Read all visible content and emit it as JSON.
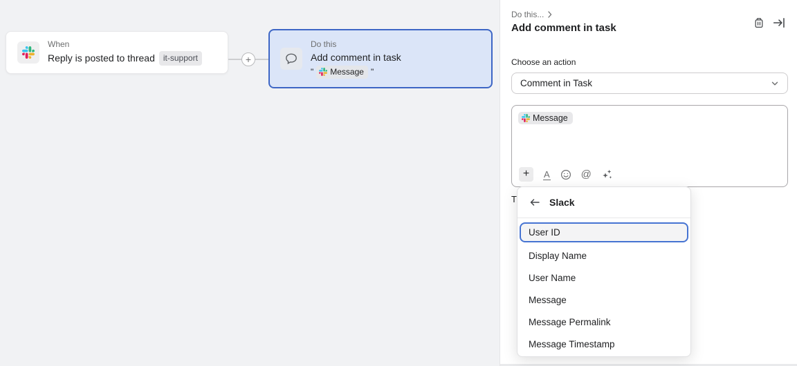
{
  "canvas": {
    "when_card": {
      "label": "When",
      "title": "Reply is posted to thread",
      "chip": "it-support"
    },
    "connector": {
      "plus": "+"
    },
    "do_card": {
      "label": "Do this",
      "title": "Add comment in task",
      "quote_open": "\"",
      "quote_close": "\"",
      "chip": "Message"
    }
  },
  "panel": {
    "breadcrumb": "Do this...",
    "title": "Add comment in task",
    "action": {
      "label": "Choose an action",
      "value": "Comment in Task"
    },
    "editor": {
      "chip": "Message",
      "plus_glyph": "+",
      "format_glyph": "A",
      "at_glyph": "@"
    },
    "obscured_text": "T",
    "menu": {
      "header": "Slack",
      "items": [
        "User ID",
        "Display Name",
        "User Name",
        "Message",
        "Message Permalink",
        "Message Timestamp"
      ],
      "selected_index": 0
    }
  },
  "colors": {
    "accent_blue": "#4573D2",
    "selected_card_border": "#3D66C5",
    "selected_card_bg": "#DBE5F8",
    "canvas_bg": "#F1F2F4",
    "chip_bg": "#E8E8EA",
    "slack_blue": "#36C5F0",
    "slack_green": "#2EB67D",
    "slack_yellow": "#ECB22E",
    "slack_red": "#E01E5A"
  }
}
